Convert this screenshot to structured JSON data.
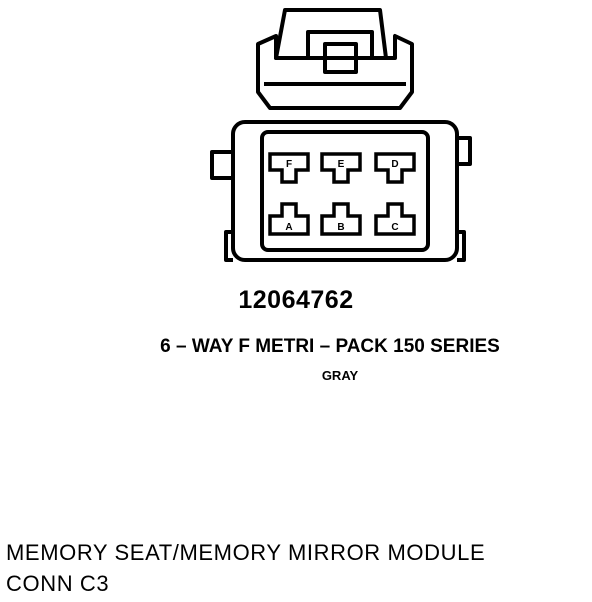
{
  "connector": {
    "part_number": "12064762",
    "description": "6 – WAY F METRI – PACK 150 SERIES",
    "color": "GRAY",
    "pins_top": [
      "F",
      "E",
      "D"
    ],
    "pins_bottom": [
      "A",
      "B",
      "C"
    ],
    "line_color": "#000000",
    "background_color": "#ffffff"
  },
  "module": {
    "line1": "MEMORY SEAT/MEMORY MIRROR MODULE",
    "line2": "CONN C3"
  }
}
